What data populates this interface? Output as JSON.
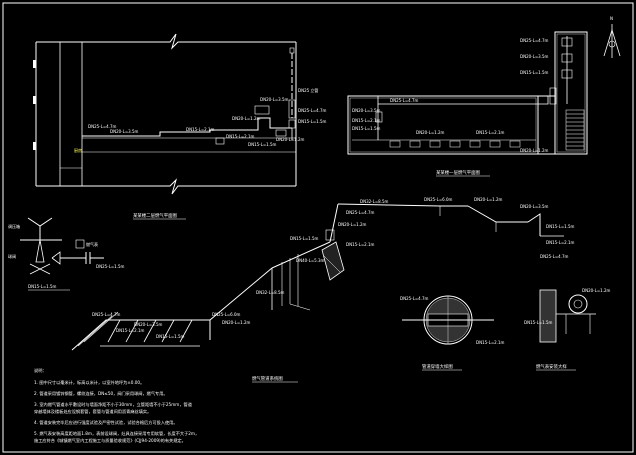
{
  "titles": {
    "plan_upper": "某某楼二层燃气平面图",
    "plan_right": "某某楼一层燃气平面图",
    "system_diagram": "燃气管道系统图",
    "detail_a": "管道穿墙大样图",
    "detail_b": "燃气表安装大样"
  },
  "north_arrow": {
    "label": "N"
  },
  "pipe_labels": {
    "p1": "DN25-L=4.7m",
    "p2": "DN20-L=3.5m",
    "p3": "DN15-L=2.1m",
    "p4": "DN20-L=1.2m",
    "p5": "DN25-L=6.0m",
    "p6": "DN32-L=8.5m",
    "p7": "DN40-L=5.3m",
    "p8": "DN15-L=1.5m",
    "riser": "DN25 立管",
    "floor": "厨房"
  },
  "legend": {
    "regulator": "调压箱",
    "valve": "球阀",
    "meter": "燃气表",
    "pipe_spec": "DN25-L=1.5m"
  },
  "notes": {
    "heading": "说明：",
    "lines": [
      "1. 图中尺寸以毫米计，标高以米计，以室外地坪为±0.00。",
      "2. 管道采用镀锌钢管，螺纹连接，DN≤50，阀门采用球阀，燃气专用。",
      "3. 室内燃气管道水平敷设时与墙面净距不小于30mm，立管距墙不小于25mm，管道",
      "   穿越墙体及楼板处应设钢套管，套管与管道间用沥青麻丝填实。",
      "4. 管道安装完毕后应进行强度试验及严密性试验，试验合格后方可投入使用。",
      "5. 燃气表安装高度距地面1.8m，表前设球阀，灶具连接采用专用软管，长度不大于2m，",
      "   施工应符合《城镇燃气室内工程施工与质量验收规范》(CJJ94-2009)的有关规定。"
    ]
  }
}
